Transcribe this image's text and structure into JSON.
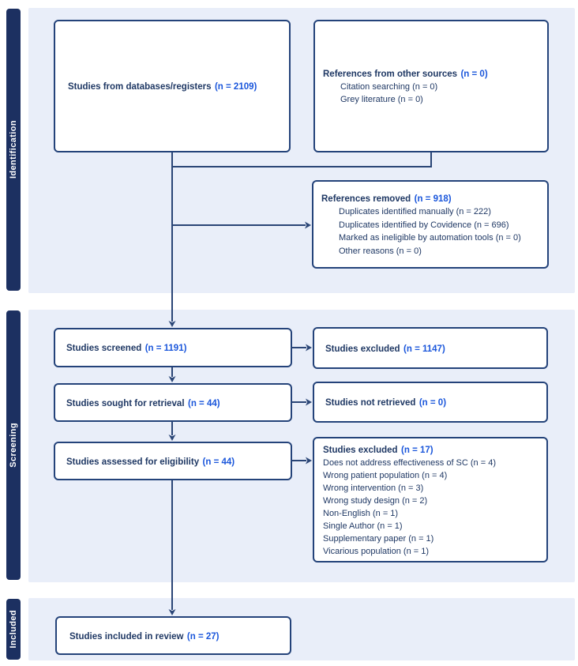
{
  "diagram": {
    "type": "prisma-flow",
    "colors": {
      "stage_bar": "#1c3061",
      "section_background": "#e9eef9",
      "box_border": "#24437a",
      "label_text": "#1f3864",
      "count_accent": "#1a56db",
      "arrow": "#2a4576"
    },
    "stages": {
      "identification": "Identification",
      "screening": "Screening",
      "included": "Included"
    },
    "boxes": {
      "databases": {
        "label": "Studies from databases/registers",
        "n": "(n = 2109)"
      },
      "other_sources": {
        "label": "References from other sources",
        "n": "(n = 0)",
        "items": [
          "Citation searching (n = 0)",
          "Grey literature (n = 0)"
        ]
      },
      "references_removed": {
        "label": "References removed",
        "n": "(n = 918)",
        "items": [
          "Duplicates identified manually (n = 222)",
          "Duplicates identified by Covidence (n = 696)",
          "Marked as ineligible by automation tools (n = 0)",
          "Other reasons (n = 0)"
        ]
      },
      "screened": {
        "label": "Studies screened",
        "n": "(n = 1191)"
      },
      "excluded_screening": {
        "label": "Studies excluded",
        "n": "(n = 1147)"
      },
      "sought": {
        "label": "Studies sought for retrieval",
        "n": "(n = 44)"
      },
      "not_retrieved": {
        "label": "Studies not retrieved",
        "n": "(n = 0)"
      },
      "assessed": {
        "label": "Studies assessed for eligibility",
        "n": "(n = 44)"
      },
      "excluded_eligibility": {
        "label": "Studies excluded",
        "n": "(n = 17)",
        "items": [
          "Does not address effectiveness of SC (n = 4)",
          "Wrong patient population (n = 4)",
          "Wrong intervention (n = 3)",
          "Wrong study design (n = 2)",
          "Non-English (n = 1)",
          "Single Author (n = 1)",
          "Supplementary paper (n = 1)",
          "Vicarious population (n = 1)"
        ]
      },
      "included": {
        "label": "Studies included in review",
        "n": "(n = 27)"
      }
    }
  }
}
